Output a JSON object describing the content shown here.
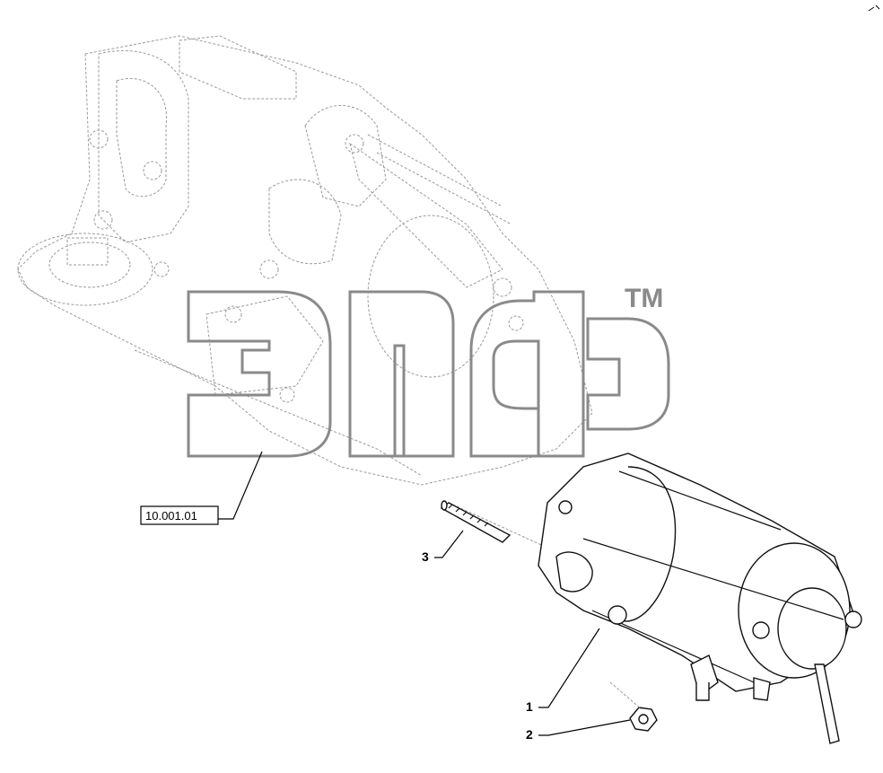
{
  "callouts": {
    "ref": "10.001.01",
    "item1": "1",
    "item2": "2",
    "item3": "3"
  },
  "watermark": {
    "mark": "TM"
  }
}
